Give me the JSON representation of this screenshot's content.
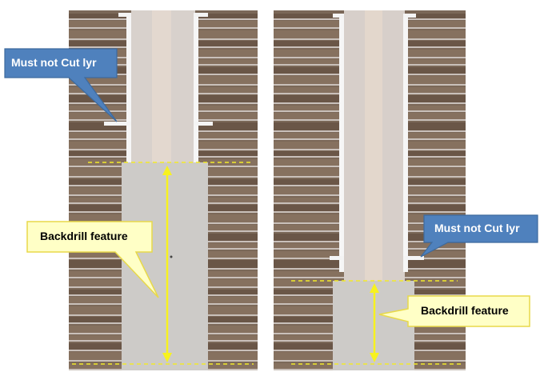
{
  "callouts": {
    "left_must_not_cut": "Must not Cut lyr",
    "left_backdrill": "Backdrill feature",
    "right_must_not_cut": "Must not Cut lyr",
    "right_backdrill": "Backdrill feature"
  },
  "colors": {
    "laminate_brown": "#7d6a5c",
    "laminate_dark": "#5e4c40",
    "copper_layer": "#d9d3cf",
    "plated_barrel": "#f4f4f4",
    "drill_core": "#d6d0cc",
    "backdrill_fill": "#cdcbc8",
    "dash_yellow": "#f2ea2a",
    "arrow_yellow": "#f7f21e",
    "blue_callout": "#4f81bd",
    "yellow_callout": "#ffffc6"
  }
}
